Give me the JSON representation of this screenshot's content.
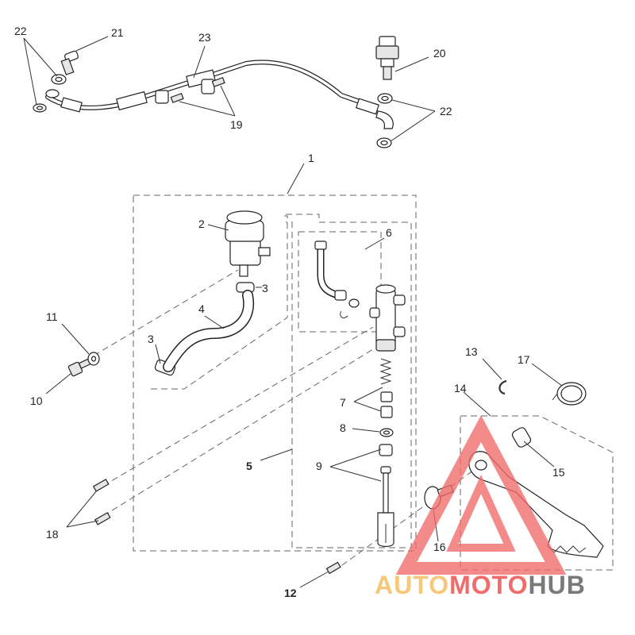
{
  "callouts": {
    "c1": "1",
    "c2": "2",
    "c3a": "3",
    "c3b": "3",
    "c4": "4",
    "c5": "5",
    "c6": "6",
    "c7": "7",
    "c8": "8",
    "c9": "9",
    "c10": "10",
    "c11": "11",
    "c12": "12",
    "c13": "13",
    "c14": "14",
    "c15": "15",
    "c16": "16",
    "c17": "17",
    "c18": "18",
    "c19": "19",
    "c20": "20",
    "c21": "21",
    "c22a": "22",
    "c22b": "22",
    "c23": "23"
  },
  "watermark": {
    "part1": "AUTO",
    "part2": "MOTO",
    "part3": "HUB",
    "color_light": "#f7c77a",
    "color_accent": "#f26b6b",
    "color_dark": "#7a7a7a"
  }
}
